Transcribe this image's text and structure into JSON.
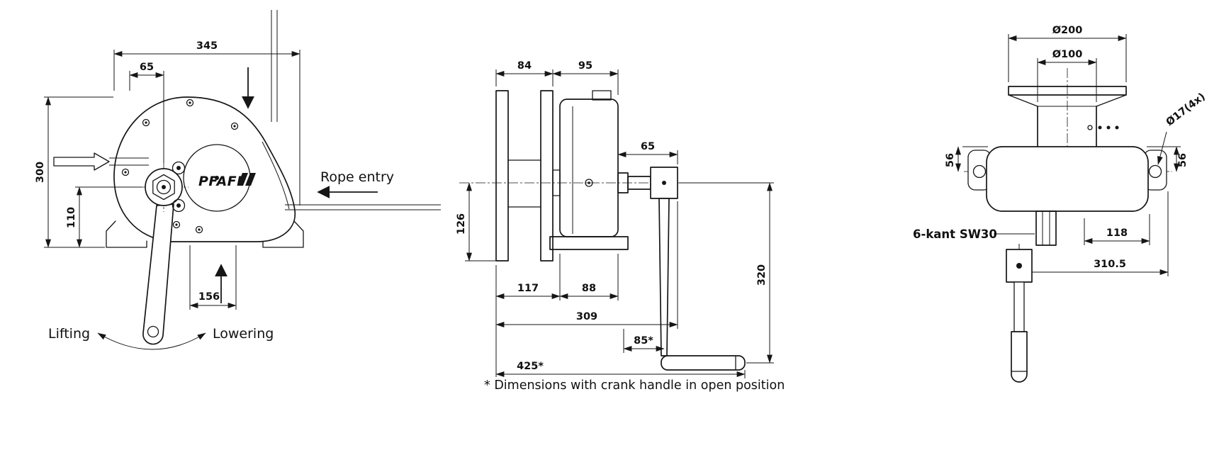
{
  "page": {
    "background": "#ffffff",
    "line_color": "#161616"
  },
  "logo": {
    "brand": "PFAFF"
  },
  "footnote": "* Dimensions with crank handle in open position",
  "front_view": {
    "dim_width_total": "345",
    "dim_width_offset": "65",
    "dim_height_total": "300",
    "dim_axis_height": "110",
    "dim_crank_offset": "156",
    "label_lifting": "Lifting",
    "label_lowering": "Lowering",
    "label_rope_entry": "Rope entry"
  },
  "side_view": {
    "dim_drum_width": "84",
    "dim_gear_width": "95",
    "dim_shaft_length": "65",
    "dim_drum_radius": "126",
    "dim_base_drum": "117",
    "dim_base_gear": "88",
    "dim_overall_length": "309",
    "dim_crank_offset": "85*",
    "dim_overall_open": "425*",
    "dim_crank_radius": "320"
  },
  "rear_view": {
    "dim_flange_dia": "Ø200",
    "dim_barrel_dia": "Ø100",
    "dim_hole_dia": "Ø17(4x)",
    "dim_hole_offset_left": "56",
    "dim_hole_offset_right": "56",
    "label_hex_shaft": "6-kant SW30",
    "dim_shaft_to_edge": "118",
    "dim_overall_width": "310.5"
  }
}
